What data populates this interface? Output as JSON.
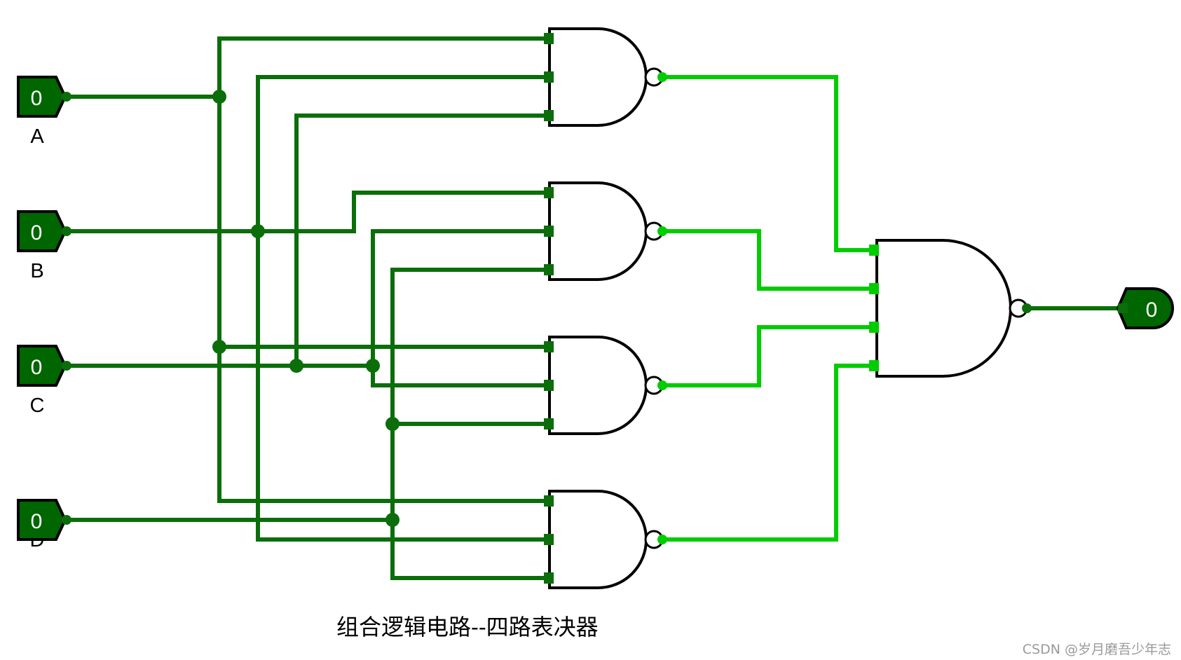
{
  "inputs": [
    {
      "id": "A",
      "label": "A",
      "value": "0"
    },
    {
      "id": "B",
      "label": "B",
      "value": "0"
    },
    {
      "id": "C",
      "label": "C",
      "value": "0"
    },
    {
      "id": "D",
      "label": "D",
      "value": "0"
    }
  ],
  "output": {
    "value": "0"
  },
  "gates": [
    "NAND",
    "NAND",
    "NAND",
    "NAND",
    "NAND"
  ],
  "caption": "组合逻辑电路--四路表决器",
  "watermark": "CSDN @岁月磨吾少年志",
  "colors": {
    "wire_dark": "#0b6e0b",
    "wire_bright": "#00cc00",
    "io_fill": "#006600"
  }
}
